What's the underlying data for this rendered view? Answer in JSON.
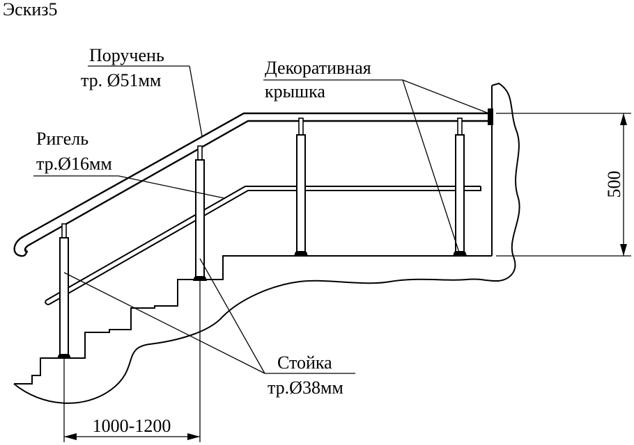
{
  "title": "Эскиз5",
  "labels": {
    "handrail": "Поручень",
    "handrail_spec": "тр. Ø51мм",
    "crossbar": "Ригель",
    "crossbar_spec": "тр.Ø16мм",
    "cap": "Декоративная",
    "cap_line2": "крышка",
    "post": "Стойка",
    "post_spec": "тр.Ø38мм"
  },
  "dimensions": {
    "height": "500",
    "spacing": "1000-1200"
  }
}
